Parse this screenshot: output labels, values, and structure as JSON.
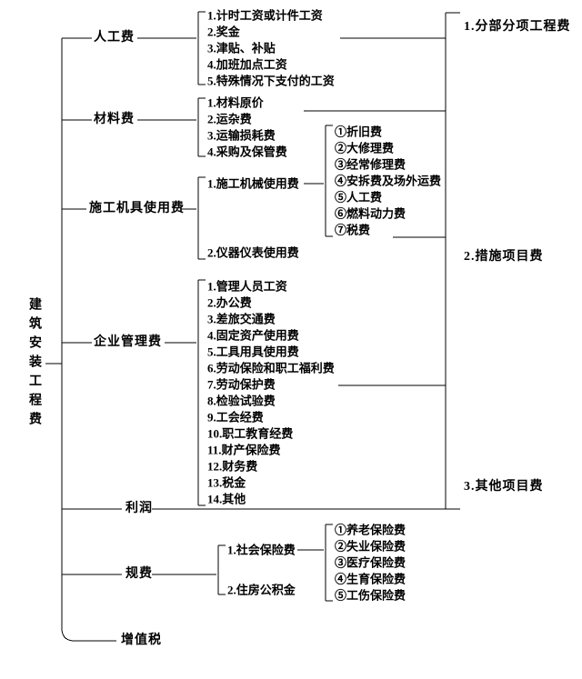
{
  "root": {
    "label": "建筑安装工程费"
  },
  "right_groups": {
    "g1": "1.分部分项工程费",
    "g2": "2.措施项目费",
    "g3": "3.其他项目费"
  },
  "categories": {
    "labor": {
      "label": "人工费",
      "items": [
        "1.计时工资或计件工资",
        "2.奖金",
        "3.津贴、补贴",
        "4.加班加点工资",
        "5.特殊情况下支付的工资"
      ]
    },
    "material": {
      "label": "材料费",
      "items": [
        "1.材料原价",
        "2.运杂费",
        "3.运输损耗费",
        "4.采购及保管费"
      ]
    },
    "machinery": {
      "label": "施工机具使用费",
      "items": [
        "1.施工机械使用费",
        "2.仪器仪表使用费"
      ],
      "machine_sub": [
        "①折旧费",
        "②大修理费",
        "③经常修理费",
        "④安拆费及场外运费",
        "⑤人工费",
        "⑥燃料动力费",
        "⑦税费"
      ]
    },
    "management": {
      "label": "企业管理费",
      "items": [
        "1.管理人员工资",
        "2.办公费",
        "3.差旅交通费",
        "4.固定资产使用费",
        "5.工具用具使用费",
        "6.劳动保险和职工福利费",
        "7.劳动保护费",
        "8.检验试验费",
        "9.工会经费",
        "10.职工教育经费",
        "11.财产保险费",
        "12.财务费",
        "13.税金",
        "14.其他"
      ]
    },
    "profit": {
      "label": "利润"
    },
    "fees": {
      "label": "规费",
      "items": [
        "1.社会保险费",
        "2.住房公积金"
      ],
      "social_sub": [
        "①养老保险费",
        "②失业保险费",
        "③医疗保险费",
        "④生育保险费",
        "⑤工伤保险费"
      ]
    },
    "vat": {
      "label": "增值税"
    }
  },
  "colors": {
    "line": "#000000",
    "text": "#000000",
    "background": "#ffffff"
  }
}
